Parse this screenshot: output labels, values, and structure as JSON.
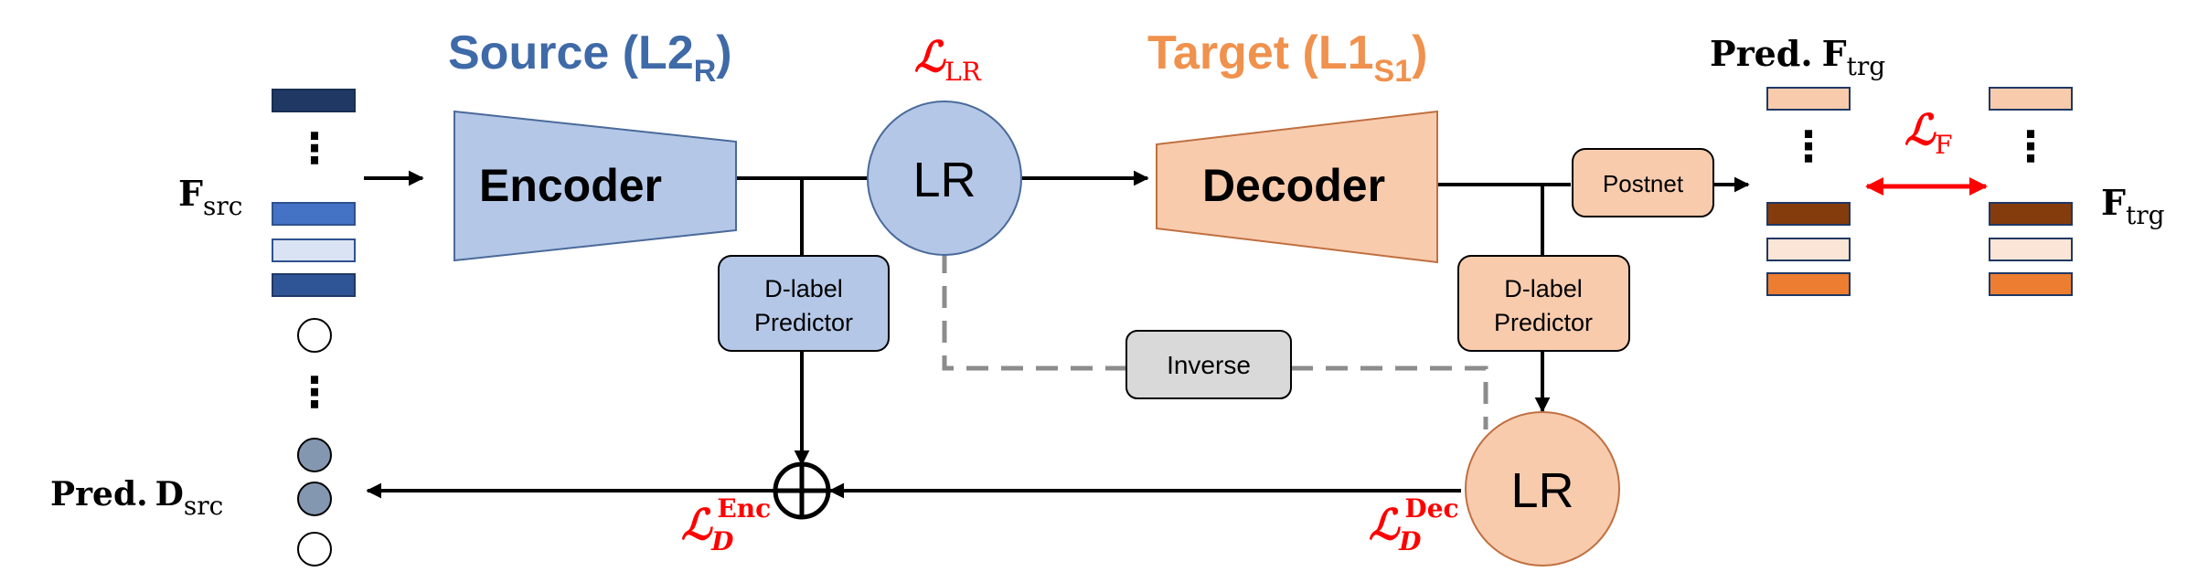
{
  "headings": {
    "source": {
      "main": "Source (L2",
      "sub": "R",
      "close": ")",
      "color": "#3f6aa8"
    },
    "target": {
      "main": "Target (L1",
      "sub": "S1",
      "close": ")",
      "color": "#f0914d"
    }
  },
  "blocks": {
    "encoder": "Encoder",
    "decoder": "Decoder",
    "postnet": "Postnet",
    "inverse": "Inverse",
    "lr_top": "LR",
    "lr_bottom": "LR",
    "dlabel_enc": {
      "line1": "D-label",
      "line2": "Predictor"
    },
    "dlabel_dec": {
      "line1": "D-label",
      "line2": "Predictor"
    }
  },
  "losses": {
    "lr": {
      "sym": "ℒ",
      "sub": "LR"
    },
    "f": {
      "sym": "ℒ",
      "sub": "F"
    },
    "enc": {
      "sym": "ℒ",
      "sub": "D",
      "sup": "Enc"
    },
    "dec": {
      "sym": "ℒ",
      "sub": "D",
      "sup": "Dec"
    }
  },
  "labels": {
    "f_src": {
      "main": "F",
      "sub": "src"
    },
    "pred_d_src": {
      "pred": "Pred.",
      "main": "D",
      "sub": "src"
    },
    "pred_f_trg": {
      "pred": "Pred.",
      "main": "F",
      "sub": "trg"
    },
    "f_trg": {
      "main": "F",
      "sub": "trg"
    },
    "ellipsis": "⋮"
  },
  "colors": {
    "blue_fill": "#b4c7e7",
    "blue_dark": "#203864",
    "blue_mid": "#4472c4",
    "blue_light": "#dae3f3",
    "orange_fill": "#f8cbad",
    "brown": "#843c0c",
    "orange_bright": "#ed7d31",
    "orange_pale": "#fbe5d6",
    "gray_fill": "#d9d9d9",
    "gray_dash": "#8c8c8c",
    "loss_red": "#ff0000",
    "circle_gray": "#8497b0"
  }
}
